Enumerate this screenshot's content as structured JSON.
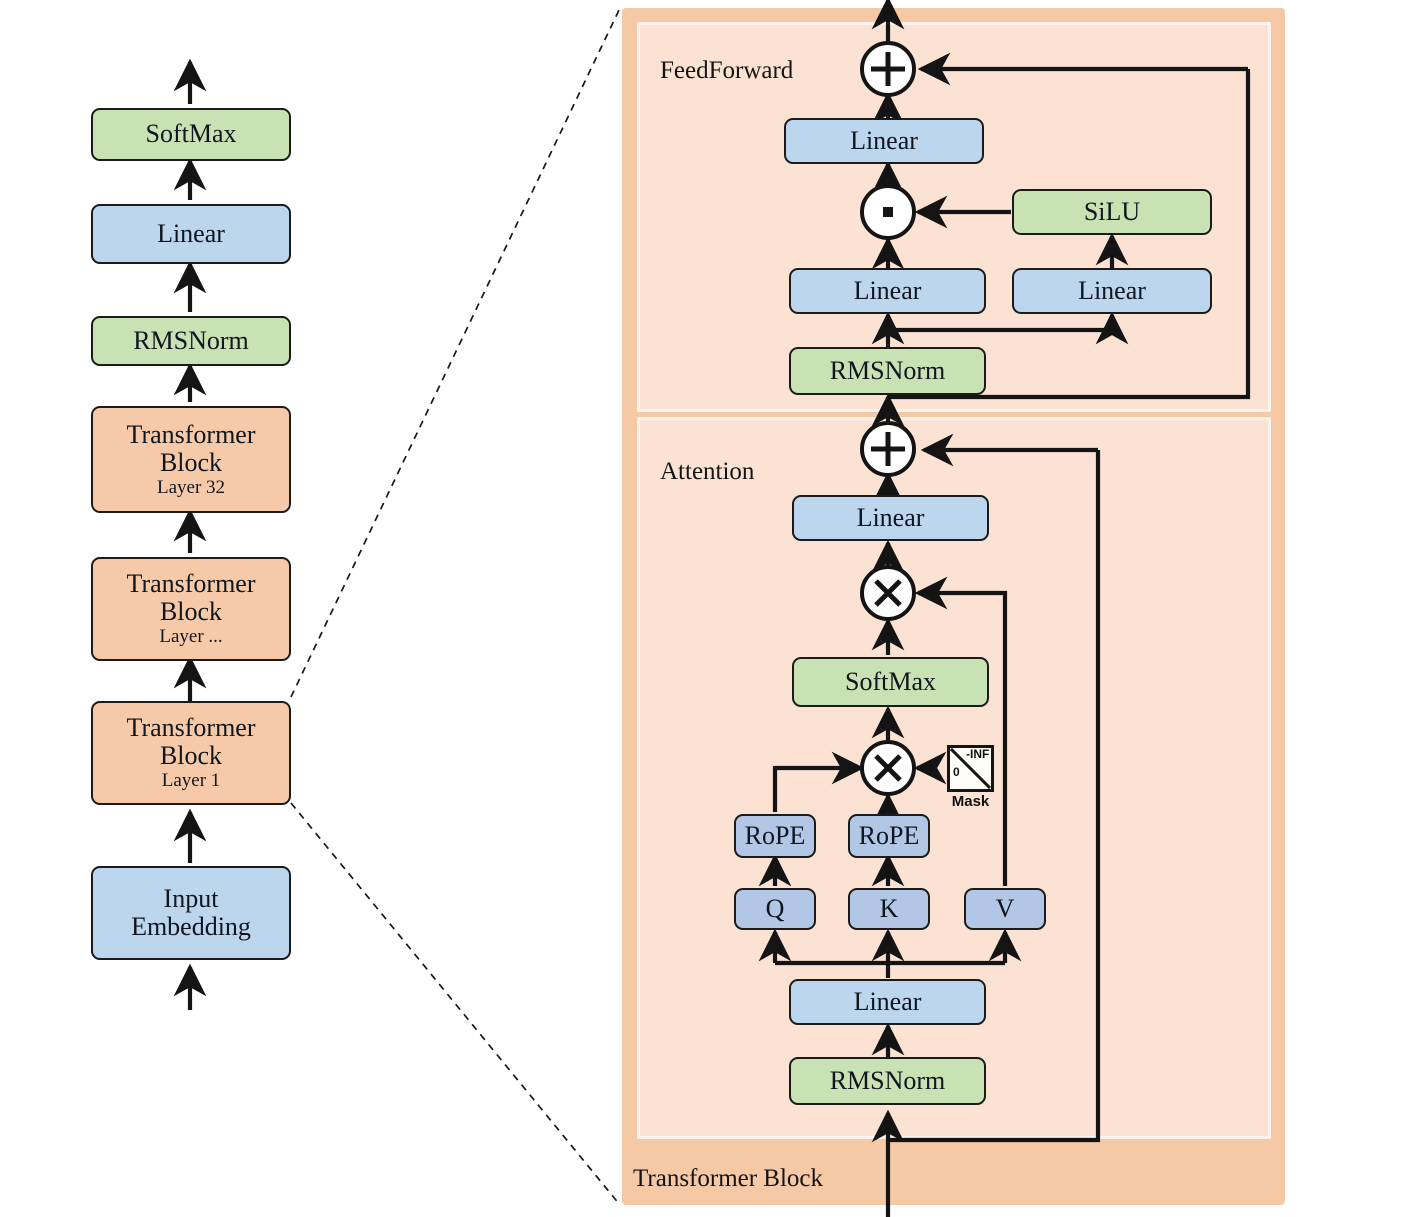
{
  "figure": {
    "type": "diagram",
    "subject": "Transformer (LLaMA-style) architecture block diagram"
  },
  "left_stack": {
    "nodes": [
      {
        "label": "SoftMax",
        "sub": "",
        "color": "green"
      },
      {
        "label": "Linear",
        "sub": "",
        "color": "blue"
      },
      {
        "label": "RMSNorm",
        "sub": "",
        "color": "green"
      },
      {
        "label": "Transformer Block",
        "sub": "Layer 32",
        "color": "orange"
      },
      {
        "label": "Transformer Block",
        "sub": "Layer ...",
        "color": "orange"
      },
      {
        "label": "Transformer Block",
        "sub": "Layer 1",
        "color": "orange"
      },
      {
        "label": "Input Embedding",
        "sub": "",
        "color": "blue"
      }
    ]
  },
  "detail": {
    "outer_label": "Transformer Block",
    "feedforward": {
      "label": "FeedForward",
      "add_symbol": "+",
      "mul_symbol": "·",
      "nodes": {
        "out_linear": "Linear",
        "silu": "SiLU",
        "gate_linear": "Linear",
        "up_linear": "Linear",
        "norm": "RMSNorm"
      }
    },
    "attention": {
      "label": "Attention",
      "add_symbol": "+",
      "matmul_symbol": "✕",
      "nodes": {
        "out_linear": "Linear",
        "softmax": "SoftMax",
        "rope_q": "RoPE",
        "rope_k": "RoPE",
        "q": "Q",
        "k": "K",
        "v": "V",
        "qkv_linear": "Linear",
        "norm": "RMSNorm"
      },
      "mask": {
        "caption": "Mask",
        "upper_value": "-INF",
        "lower_value": "0"
      }
    }
  },
  "colors": {
    "green": "#c9e2b3",
    "blue": "#bcd6ee",
    "qkv_blue": "#b2c6e5",
    "orange": "#f6caa8",
    "panel_outer": "#f6c9a6",
    "panel_inner": "#fce2d2",
    "stroke": "#1b1b1b"
  }
}
